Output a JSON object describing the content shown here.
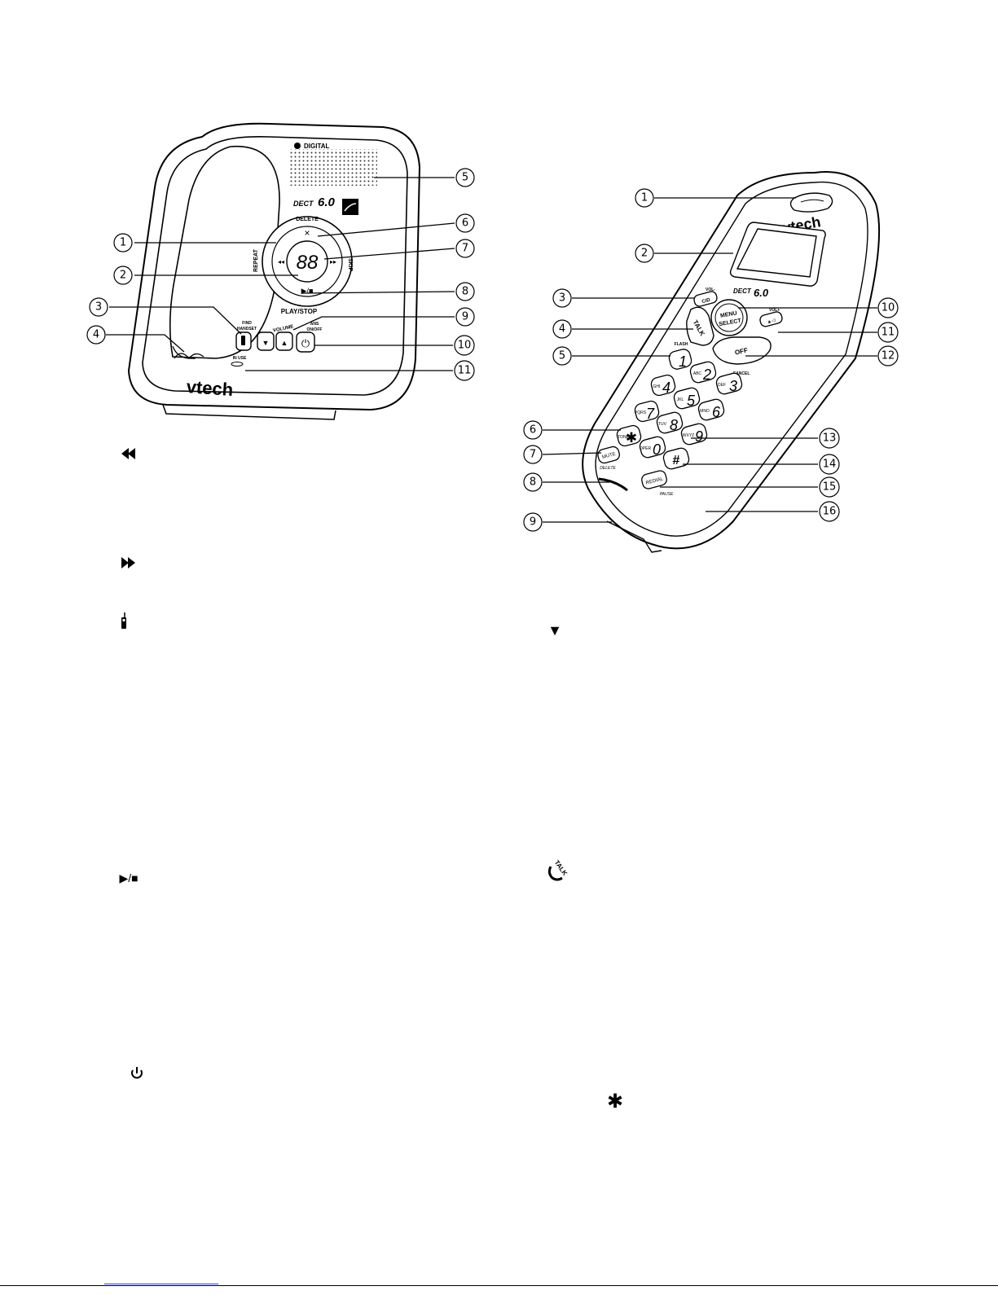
{
  "base": {
    "brand": "vtech",
    "digital_badge": "DIGITAL",
    "dect": "DECT",
    "dect_version": "6.0",
    "delete_label": "DELETE",
    "delete_symbol": "×",
    "repeat_label": "REPEAT",
    "skip_label": "SKIP",
    "display_digits": "88",
    "play_stop_label": "PLAY/STOP",
    "find_handset_label_1": "FIND",
    "find_handset_label_2": "HANDSET",
    "volume_label": "VOLUME",
    "ans_label_1": "ANS",
    "ans_label_2": "ON/OFF",
    "in_use_label": "IN USE",
    "callouts": [
      "1",
      "2",
      "3",
      "4",
      "5",
      "6",
      "7",
      "8",
      "9",
      "10",
      "11"
    ]
  },
  "handset": {
    "brand": "vtech",
    "dect": "DECT",
    "dect_version": "6.0",
    "vol_minus_label": "VOL-",
    "cid_label": "CID",
    "vol_plus_label": "VOL+",
    "menu_label": "MENU",
    "select_label": "SELECT",
    "talk_label": "TALK",
    "off_label": "OFF",
    "flash_label": "FLASH",
    "cancel_label": "CANCEL",
    "tone_label": "TONE",
    "mute_label": "MUTE",
    "delete_label": "DELETE",
    "redial_label": "REDIAL",
    "pause_label": "PAUSE",
    "keys": [
      {
        "letters": "",
        "digit": "1"
      },
      {
        "letters": "ABC",
        "digit": "2"
      },
      {
        "letters": "DEF",
        "digit": "3"
      },
      {
        "letters": "GHI",
        "digit": "4"
      },
      {
        "letters": "JKL",
        "digit": "5"
      },
      {
        "letters": "MNO",
        "digit": "6"
      },
      {
        "letters": "PQRS",
        "digit": "7"
      },
      {
        "letters": "TUV",
        "digit": "8"
      },
      {
        "letters": "WXYZ",
        "digit": "9"
      },
      {
        "letters": "OPER",
        "digit": "0"
      }
    ],
    "star_key": "✱",
    "pound_key": "#",
    "callouts": [
      "1",
      "2",
      "3",
      "4",
      "5",
      "6",
      "7",
      "8",
      "9",
      "10",
      "11",
      "12",
      "13",
      "14",
      "15",
      "16"
    ]
  },
  "legend_icons": {
    "rewind": "rewind-icon",
    "fast_forward": "fast-forward-icon",
    "find_handset": "handset-icon",
    "play_stop": "play-stop-icon",
    "power": "power-icon",
    "volume_down": "triangle-down-icon",
    "talk": "talk-icon",
    "tone": "tone-star-icon",
    "play_stop_text": "▶/■",
    "volume_down_text": "▼",
    "talk_text": "TALK",
    "tone_text": "✱"
  }
}
